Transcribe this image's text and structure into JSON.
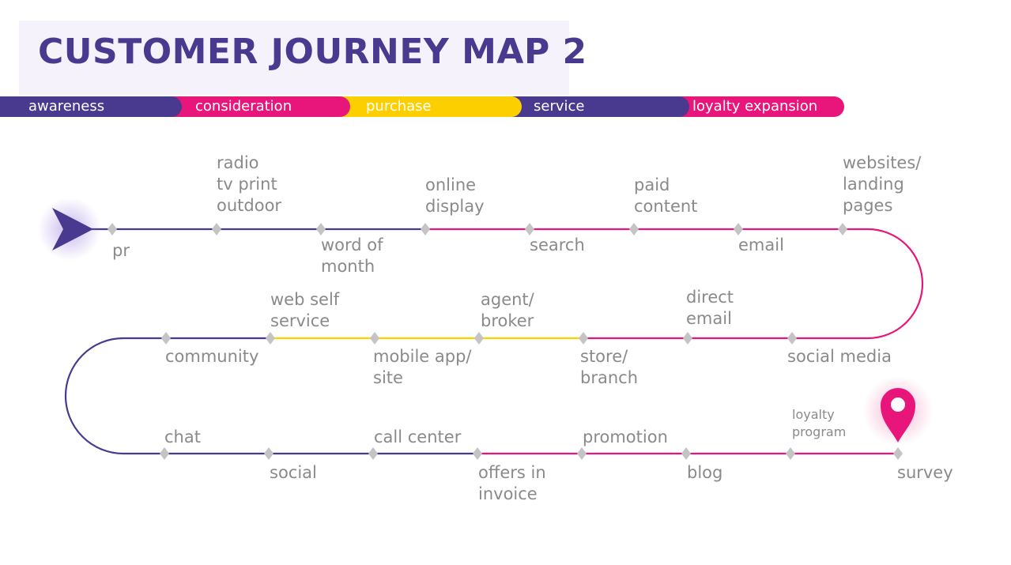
{
  "title": "CUSTOMER JOURNEY MAP 2",
  "colors": {
    "purple": "#4a3a8f",
    "magenta": "#e8157a",
    "yellow": "#fcd000",
    "gray": "#8a8a8a"
  },
  "stages": [
    {
      "label": "awareness",
      "color": "#4a3a8f"
    },
    {
      "label": "consideration",
      "color": "#e8157a"
    },
    {
      "label": "purchase",
      "color": "#fcd000"
    },
    {
      "label": "service",
      "color": "#4a3a8f"
    },
    {
      "label": "loyalty expansion",
      "color": "#e8157a"
    }
  ],
  "touchpoints": [
    "pr",
    "radio\ntv print\noutdoor",
    "word of\nmonth",
    "online\ndisplay",
    "search",
    "paid\ncontent",
    "email",
    "websites/\nlanding\npages",
    "social media",
    "direct\nemail",
    "store/\nbranch",
    "agent/\nbroker",
    "mobile app/\nsite",
    "web self\nservice",
    "community",
    "chat",
    "social",
    "call center",
    "offers in\ninvoice",
    "promotion",
    "blog",
    "loyalty\nprogram",
    "survey"
  ],
  "icons": {
    "start": "arrow-start-icon",
    "end": "map-pin-icon"
  }
}
